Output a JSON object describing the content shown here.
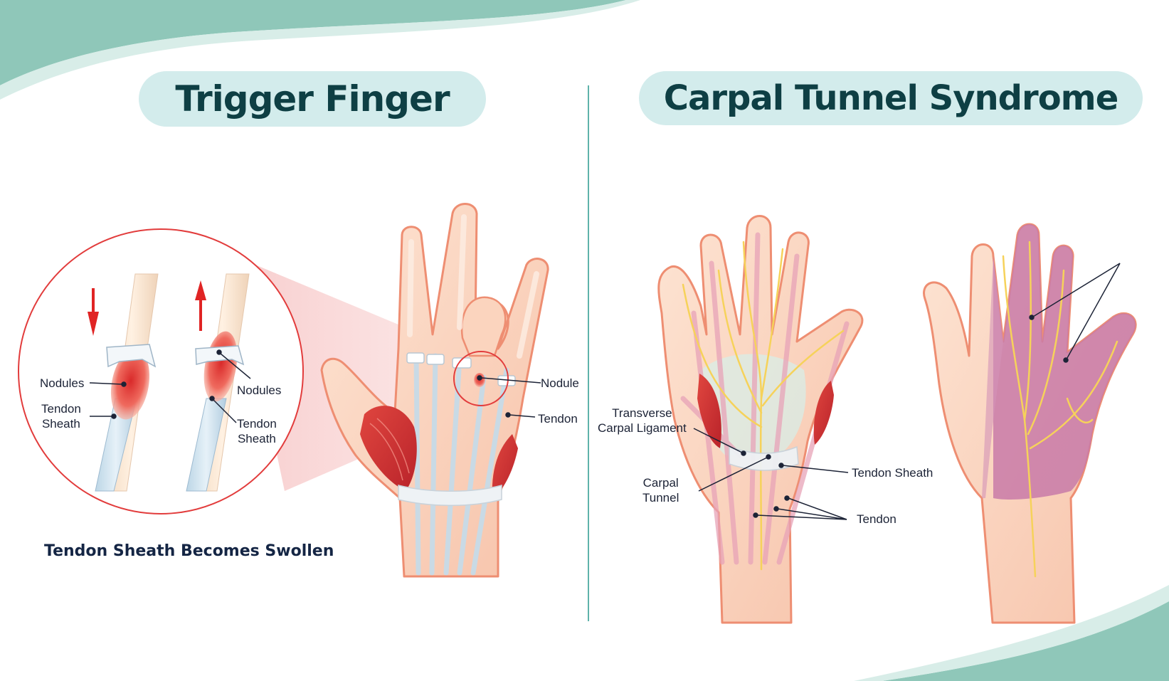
{
  "titles": {
    "trigger_finger": "Trigger Finger",
    "carpal_tunnel": "Carpal Tunnel Syndrome"
  },
  "trigger_finger": {
    "inset_left": {
      "nodules": "Nodules",
      "tendon_sheath": "Tendon\nSheath"
    },
    "inset_right": {
      "nodules": "Nodules",
      "tendon_sheath": "Tendon\nSheath"
    },
    "hand": {
      "nodule": "Nodule",
      "tendon": "Tendon"
    },
    "caption": "Tendon Sheath Becomes Swollen"
  },
  "carpal_tunnel": {
    "transverse_carpal_ligament": "Transverse\nCarpal Ligament",
    "carpal_tunnel": "Carpal\nTunnel",
    "tendon_sheath": "Tendon Sheath",
    "tendon": "Tendon"
  },
  "colors": {
    "title_pill": "#d3ecec",
    "title_text": "#0e3f44",
    "skin": "#fbd9c4",
    "skin_outline": "#ee8e72",
    "inflamed": "#e03b3b",
    "nerve": "#f6d25a",
    "numb_area": "#c87aa8",
    "wave_teal": "#8fc7b9",
    "divider": "#5fb3aa"
  }
}
